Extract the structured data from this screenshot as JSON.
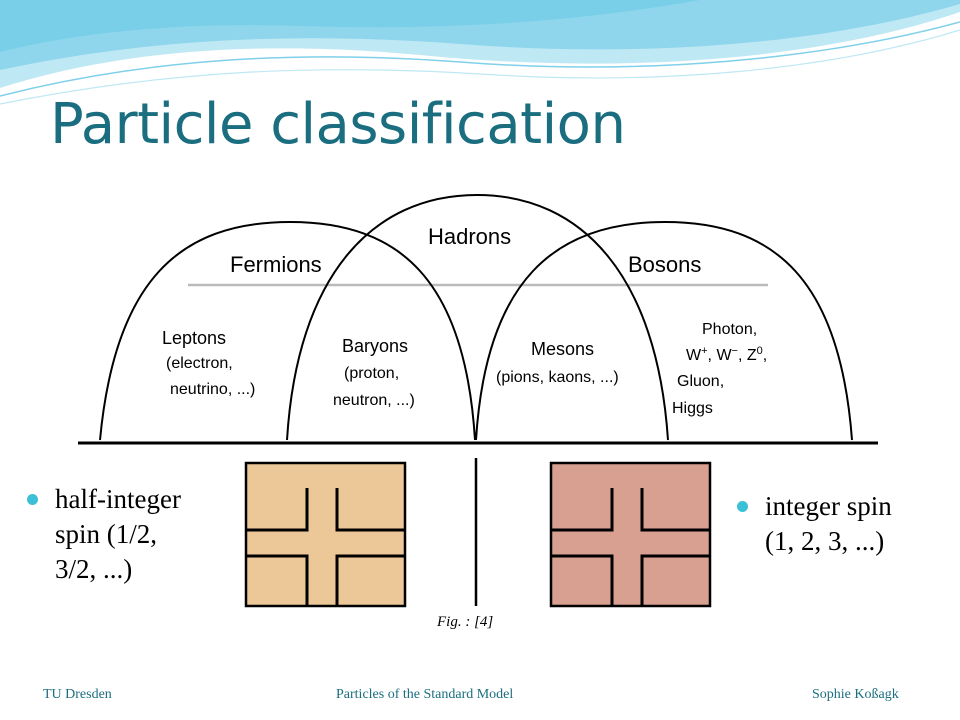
{
  "slide": {
    "title": "Particle classification",
    "colors": {
      "title": "#1a6e80",
      "bullet": "#3cc0d6",
      "fermion_block": "#ecc898",
      "boson_block": "#d8a090",
      "wave_light": "#bfe8f5",
      "wave_mid": "#7fd0ea"
    }
  },
  "diagram": {
    "groups": {
      "fermions": "Fermions",
      "hadrons": "Hadrons",
      "bosons": "Bosons"
    },
    "leptons": {
      "heading": "Leptons",
      "line1": "(electron,",
      "line2": "neutrino, ...)"
    },
    "baryons": {
      "heading": "Baryons",
      "line1": "(proton,",
      "line2": "neutron, ...)"
    },
    "mesons": {
      "heading": "Mesons",
      "line1": "(pions, kaons, ...)"
    },
    "gauge": {
      "line1": "Photon,",
      "line2_w": "W",
      "sup_plus": "+",
      "sep1": ", W",
      "sup_minus": "−",
      "sep2": ", Z",
      "sup_zero": "0",
      "tail": ",",
      "line3": "Gluon,",
      "line4": "Higgs"
    }
  },
  "bullets": {
    "left": {
      "line1": "half-integer",
      "line2": "spin (1/2,",
      "line3": "3/2, ...)"
    },
    "right": {
      "line1": "integer spin",
      "line2": "(1, 2, 3, ...)"
    }
  },
  "figure": {
    "caption": "Fig. : [4]"
  },
  "footer": {
    "left": "TU Dresden",
    "center": "Particles of the Standard Model",
    "right": "Sophie Koßagk"
  }
}
